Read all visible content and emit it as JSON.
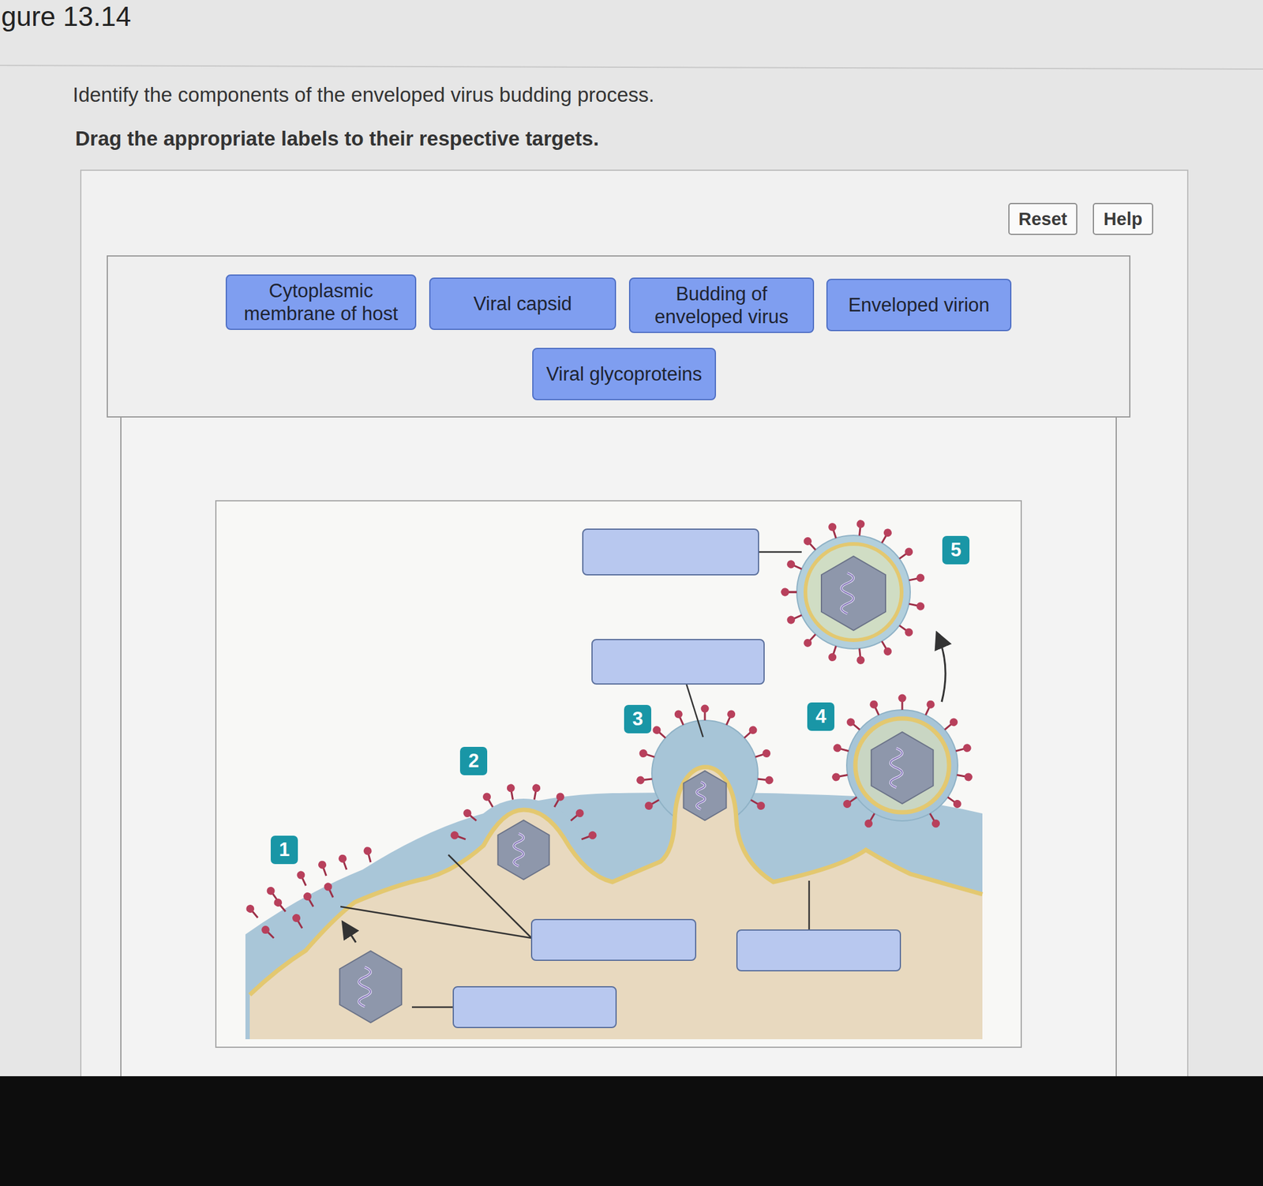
{
  "diagram": {
    "title": "gure 13.14",
    "nodes": [
      {
        "text": [
          "Reset"
        ]
      },
      {
        "text": [
          "Help"
        ]
      },
      {
        "text": [
          "Cytoplasmic membrane of host"
        ]
      },
      {
        "text": [
          "Viral capsid"
        ]
      },
      {
        "text": [
          "Budding of enveloped virus"
        ]
      },
      {
        "text": [
          "Enveloped virion"
        ]
      },
      {
        "text": [
          "Viral glycoproteins"
        ]
      }
    ],
    "labels": [
      "Identify the components of the enveloped virus budding process.",
      "Drag the appropriate labels to their respective targets.",
      "1",
      "2",
      "3",
      "4",
      "5"
    ]
  }
}
